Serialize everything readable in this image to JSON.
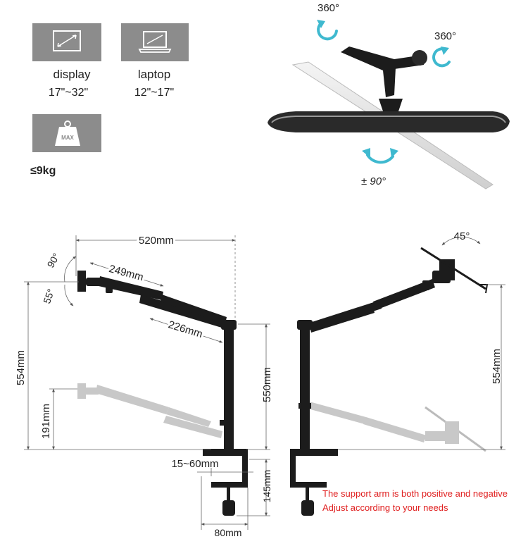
{
  "colors": {
    "icon_box": "#8c8c8c",
    "arrow_cyan": "#3fb9cf",
    "note_red": "#e02020",
    "arm_black": "#1c1c1c",
    "arm_ghost": "#c8c8c8"
  },
  "specs": {
    "display": {
      "icon": "monitor-icon",
      "label": "display",
      "range": "17\"~32\""
    },
    "laptop": {
      "icon": "laptop-icon",
      "label": "laptop",
      "range": "12\"~17\""
    },
    "weight": {
      "icon": "weight-max-icon",
      "badge": "MAX",
      "label": "≤9kg"
    }
  },
  "rotation": {
    "top": "360°",
    "side": "360°",
    "tilt": "± 90°"
  },
  "left_diagram": {
    "width": "520mm",
    "upper_arm": "249mm",
    "lower_arm": "226mm",
    "angle_up": "90°",
    "angle_down": "55°",
    "total_height": "554mm",
    "min_height": "191mm",
    "pole_height": "550mm",
    "clamp_range": "15~60mm",
    "clamp_depth": "145mm",
    "clamp_width": "80mm"
  },
  "right_diagram": {
    "tray_angle": "45°",
    "total_height": "554mm"
  },
  "note": {
    "line1": "The support arm is both positive and negative",
    "line2": "Adjust according to your needs"
  }
}
